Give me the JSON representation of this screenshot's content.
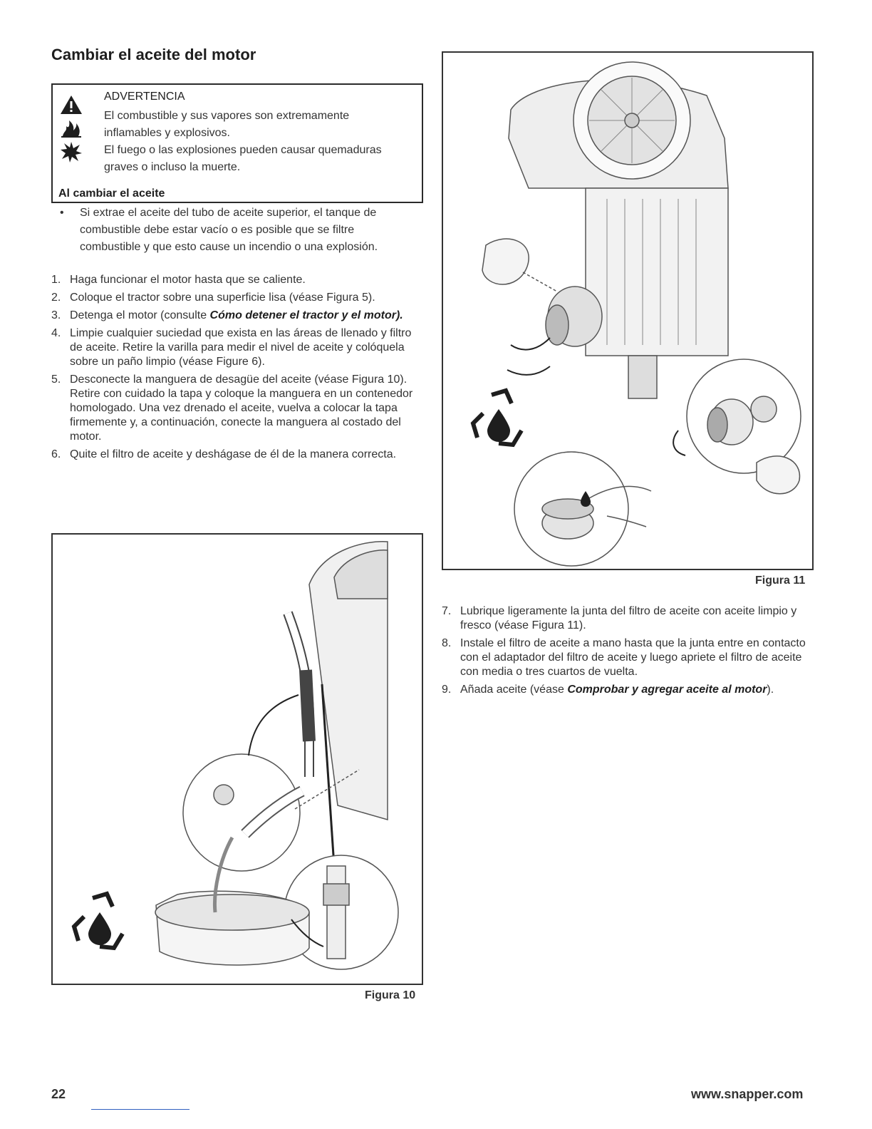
{
  "page_title": "Cambiar el aceite del motor",
  "warning": {
    "heading": "ADVERTENCIA",
    "lines": [
      "El combustible y sus vapores son extremamente",
      "inflamables y explosivos.",
      "El fuego o las explosiones pueden causar quemaduras",
      "graves o incluso la muerte."
    ],
    "subheading": "Al cambiar el aceite",
    "bullet": "Si extrae el aceite del tubo de aceite superior, el tanque de combustible debe estar vacío o es posible que se filtre combustible y que esto cause un incendio o una explosión."
  },
  "steps_left": [
    {
      "num": "1.",
      "text": "Haga funcionar el motor hasta que se caliente."
    },
    {
      "num": "2.",
      "text": "Coloque el tractor sobre una superficie lisa (véase Figura 5)."
    },
    {
      "num": "3.",
      "text_before": "Detenga el motor (consulte ",
      "emph": "Cómo detener el tractor y el motor)."
    },
    {
      "num": "4.",
      "text": "Limpie cualquier suciedad que exista en las áreas de llenado y filtro de aceite. Retire la varilla para medir el nivel de aceite y colóquela sobre un paño limpio (véase Figure 6)."
    },
    {
      "num": "5.",
      "text": "Desconecte la manguera de desagüe del aceite (véase Figura 10). Retire con cuidado la tapa y coloque la manguera en un contenedor homologado. Una vez drenado el aceite, vuelva a colocar la tapa firmemente y, a continuación, conecte la manguera al costado del motor."
    },
    {
      "num": "6.",
      "text": "Quite el filtro de aceite y deshágase de él de la manera correcta."
    }
  ],
  "steps_right": [
    {
      "num": "7.",
      "text": "Lubrique ligeramente la junta del filtro de aceite con aceite limpio y fresco (véase Figura 11)."
    },
    {
      "num": "8.",
      "text": "Instale el filtro de aceite a mano hasta que la junta entre en contacto con el adaptador del filtro de aceite y luego apriete el filtro de aceite con media o tres cuartos de vuelta."
    },
    {
      "num": "9.",
      "text_before": "Añada aceite (véase ",
      "emph": "Comprobar y agregar aceite al motor",
      "text_after": ")."
    }
  ],
  "figure10_caption": "Figura 10",
  "figure11_caption": "Figura 11",
  "footer": {
    "page_number": "22",
    "website": "www.snapper.com"
  },
  "icons": [
    "warning-triangle-icon",
    "fire-hazard-icon",
    "explosion-hazard-icon",
    "oil-recycle-icon"
  ]
}
